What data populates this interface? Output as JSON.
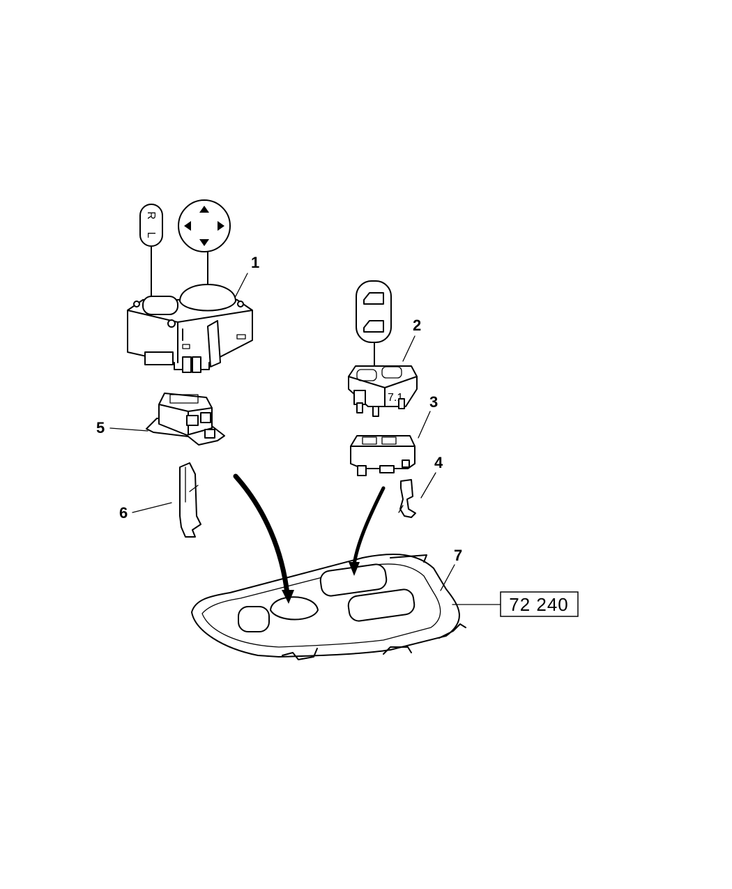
{
  "callouts": [
    {
      "id": "1",
      "label": "1"
    },
    {
      "id": "2",
      "label": "2"
    },
    {
      "id": "3",
      "label": "3"
    },
    {
      "id": "4",
      "label": "4"
    },
    {
      "id": "5",
      "label": "5"
    },
    {
      "id": "6",
      "label": "6"
    },
    {
      "id": "7",
      "label": "7"
    }
  ],
  "reference_number": "72 240",
  "symbol_labels": {
    "rocker_top": "R",
    "rocker_bottom": "L",
    "switch2_mark": "7.1"
  }
}
